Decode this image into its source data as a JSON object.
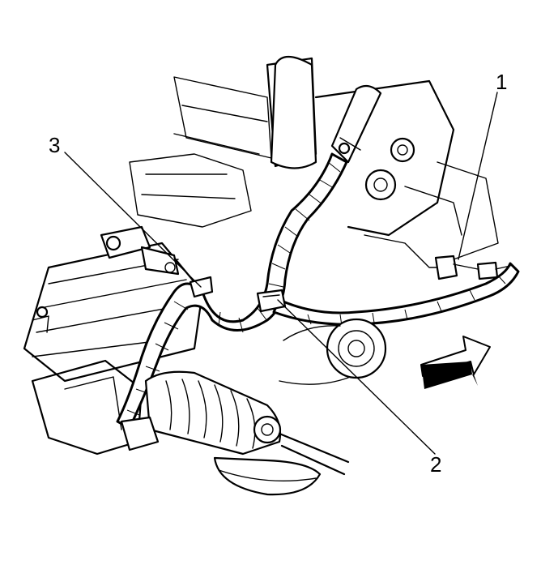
{
  "callouts": [
    {
      "label": "1"
    },
    {
      "label": "2"
    },
    {
      "label": "3"
    }
  ],
  "colors": {
    "ink": "#000000",
    "paper": "#ffffff"
  },
  "icons": {
    "direction": "front-direction-arrow-icon"
  }
}
